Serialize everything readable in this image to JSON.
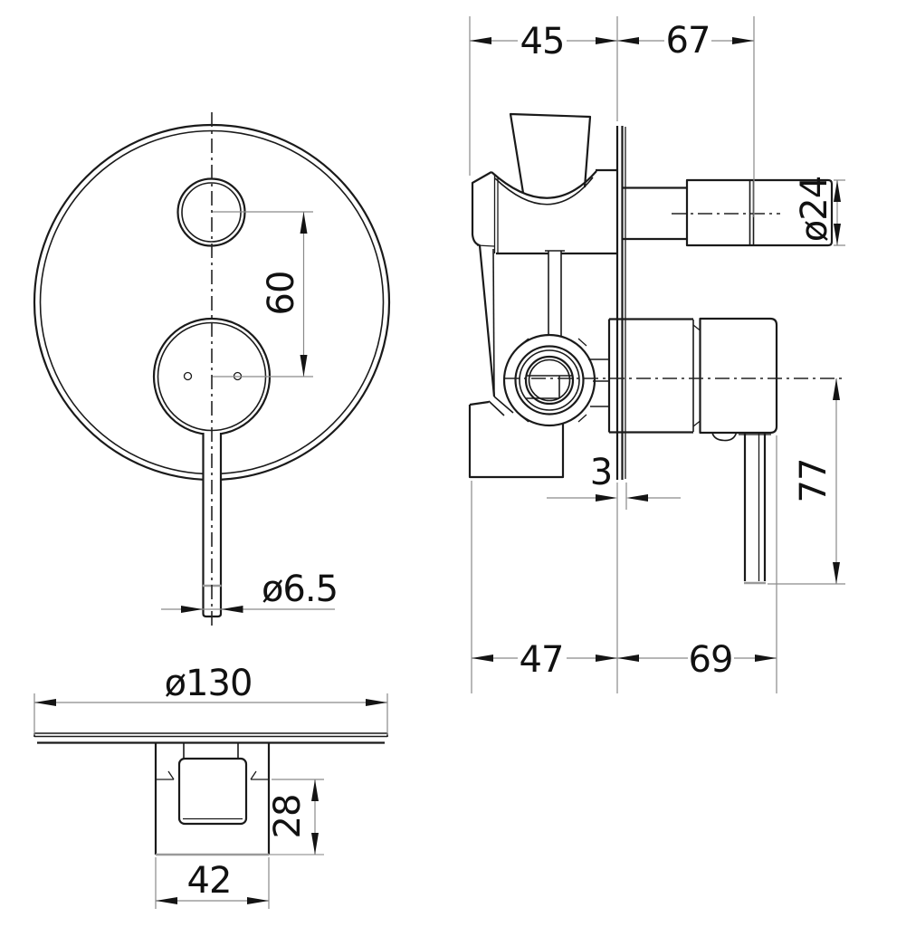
{
  "drawing": {
    "colors": {
      "background": "#ffffff",
      "outline": "#1a1a1a",
      "dimension_lines": "#8a8a8a",
      "dimension_text": "#111111",
      "soft_gray": "#9a9a9a"
    },
    "views": {
      "front": {
        "dims": {
          "center_distance": "60",
          "lever_diameter": "ø6.5"
        }
      },
      "side": {
        "dims": {
          "depth_behind_wall": "45",
          "protrusion": "67",
          "knob_diameter": "ø24",
          "plate_thickness": "3",
          "lever_drop": "77",
          "body_depth": "47",
          "handle_protrusion": "69"
        }
      },
      "bottom": {
        "dims": {
          "plate_diameter": "ø130",
          "base_height": "28",
          "base_width": "42"
        }
      }
    }
  }
}
